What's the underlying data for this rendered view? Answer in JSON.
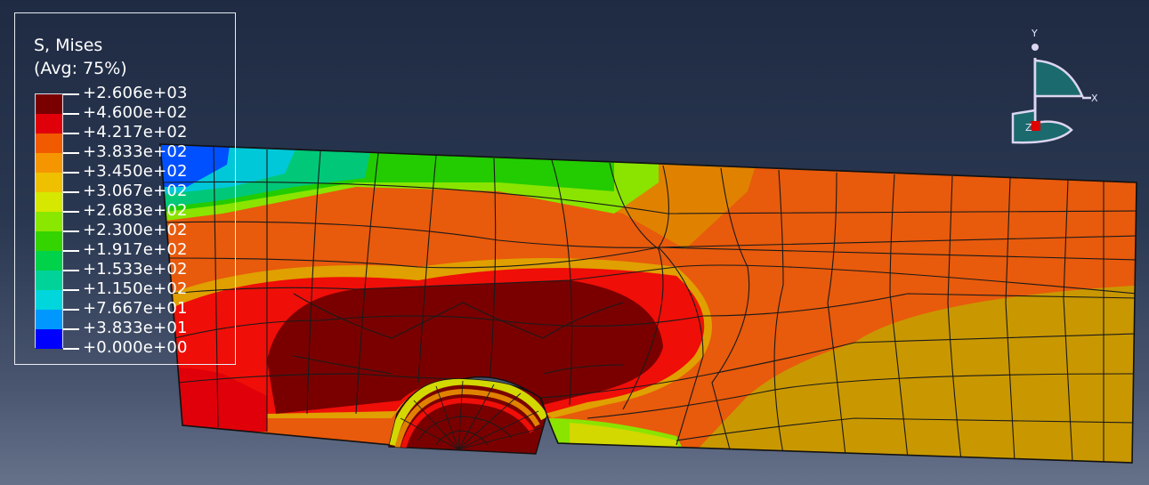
{
  "legend": {
    "title": "S, Mises",
    "subtitle": "(Avg: 75%)",
    "labels": [
      "+2.606e+03",
      "+4.600e+02",
      "+4.217e+02",
      "+3.833e+02",
      "+3.450e+02",
      "+3.067e+02",
      "+2.683e+02",
      "+2.300e+02",
      "+1.917e+02",
      "+1.533e+02",
      "+1.150e+02",
      "+7.667e+01",
      "+3.833e+01",
      "+0.000e+00"
    ],
    "colors": [
      "#7a0000",
      "#e0000a",
      "#f25a00",
      "#f59600",
      "#eec000",
      "#d6e800",
      "#8ae800",
      "#34d400",
      "#00d24a",
      "#00d39a",
      "#00d6dc",
      "#0098ff",
      "#0000ff"
    ]
  },
  "triad": {
    "x_label": "X",
    "y_label": "Y",
    "z_label": "Z"
  },
  "model": {
    "colors": {
      "red": "#ef0e08",
      "dark_red": "#7a0000",
      "orange_red": "#e85a0c",
      "orange": "#e08200",
      "gold": "#c99800",
      "yellow": "#d2d800",
      "light_green": "#8ae400",
      "green": "#22cc00",
      "teal_green": "#00c878",
      "cyan": "#00c8d8",
      "blue": "#0050ff",
      "mesh": "#1a1a1a"
    }
  }
}
